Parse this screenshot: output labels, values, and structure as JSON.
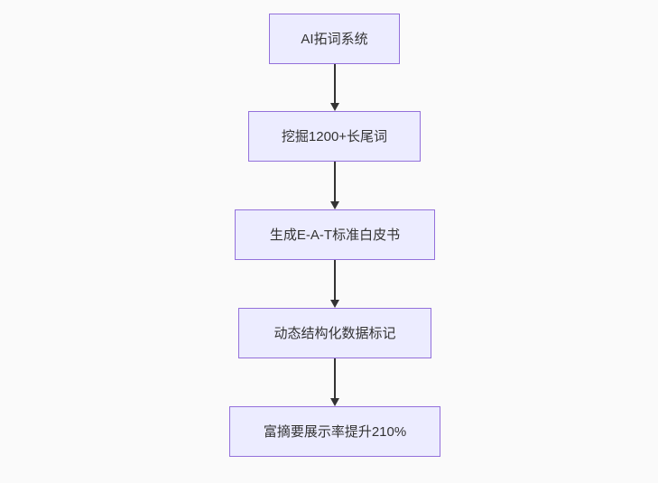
{
  "diagram": {
    "type": "flowchart",
    "direction": "top-down",
    "nodes": [
      {
        "id": "n1",
        "label": "AI拓词系统"
      },
      {
        "id": "n2",
        "label": "挖掘1200+长尾词"
      },
      {
        "id": "n3",
        "label": "生成E-A-T标准白皮书"
      },
      {
        "id": "n4",
        "label": "动态结构化数据标记"
      },
      {
        "id": "n5",
        "label": "富摘要展示率提升210%"
      }
    ],
    "edges": [
      {
        "from": "n1",
        "to": "n2",
        "style": "arrow"
      },
      {
        "from": "n2",
        "to": "n3",
        "style": "arrow"
      },
      {
        "from": "n3",
        "to": "n4",
        "style": "arrow"
      },
      {
        "from": "n4",
        "to": "n5",
        "style": "arrow"
      }
    ],
    "colors": {
      "background": "#FAFAFA",
      "node_fill": "#ECECFF",
      "node_border": "#9370DB",
      "node_text": "#333333",
      "edge_color": "#333333"
    }
  }
}
